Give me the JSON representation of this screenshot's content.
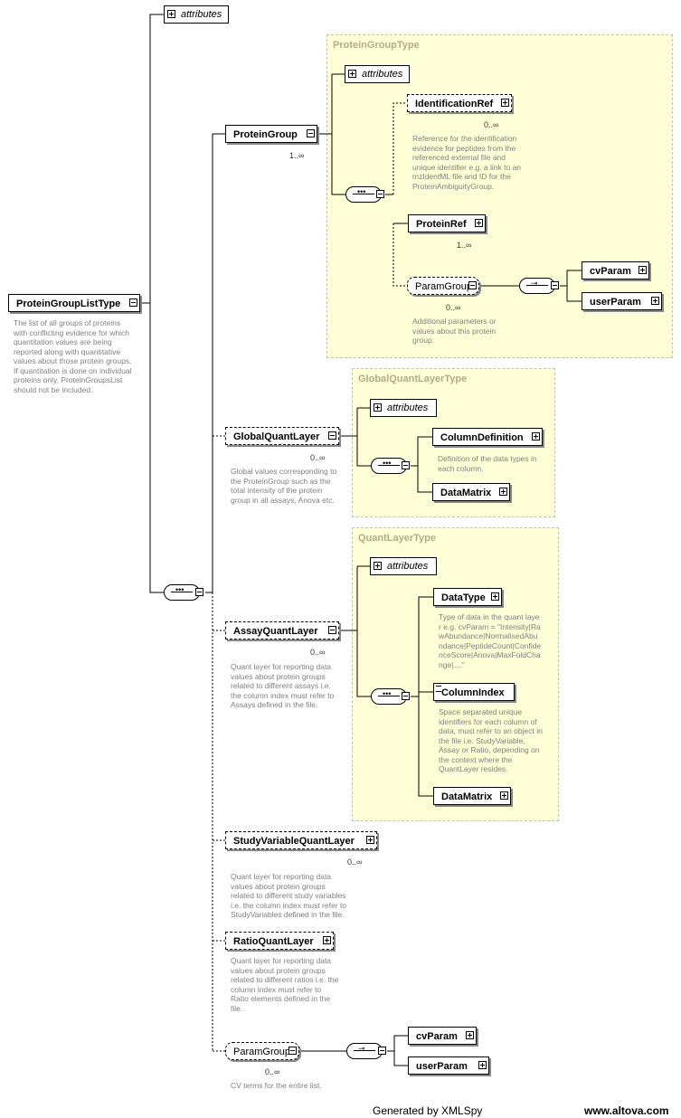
{
  "root": {
    "name": "ProteinGroupListType",
    "doc": "The list of all groups of proteins with conflicting evidence for which quantitation values are being reported along with quantitative values about those protein groups. If quantitation is done on individual proteins only, ProteinGroupsList should not be included."
  },
  "attributes_label": "attributes",
  "protein_group": {
    "name": "ProteinGroup",
    "card": "1..∞",
    "type_title": "ProteinGroupType",
    "identification_ref": {
      "name": "IdentificationRef",
      "card": "0..∞",
      "doc": "Reference for the identification evidence for peptides from the referenced external file and unique identifier e.g. a link to an mzIdentML file and ID for the ProteinAmbiguityGroup."
    },
    "protein_ref": {
      "name": "ProteinRef",
      "card": "1..∞"
    },
    "param_group": {
      "name": "ParamGroup",
      "card": "0..∞",
      "doc": "Additional parameters or values about this protein group."
    },
    "cv_param": "cvParam",
    "user_param": "userParam"
  },
  "global_quant_layer": {
    "name": "GlobalQuantLayer",
    "card": "0..∞",
    "type_title": "GlobalQuantLayerType",
    "doc": "Global values corresponding to the ProteinGroup such as the total intensity of the protein group in all assays, Anova etc.",
    "column_definition": "ColumnDefinition",
    "column_definition_doc": "Definition of the data types in each column.",
    "data_matrix": "DataMatrix"
  },
  "assay_quant_layer": {
    "name": "AssayQuantLayer",
    "card": "0..∞",
    "type_title": "QuantLayerType",
    "doc": "Quant layer for reporting data values about protein groups related to different assays i.e. the column index must refer to Assays defined in the file.",
    "data_type": "DataType",
    "data_type_doc": "Type of data in the quant layer e.g. cvParam = \"Intensity|RawAbundance|NormalisedAbundance|PeptideCount|ConfidenceScore|Anova|MaxFoldChange|....\"",
    "column_index": "ColumnIndex",
    "column_index_doc": "Space separated unique identifiers for each column of data, must refer to an object in the file i.e. StudyVariable, Assay or Ratio, depending on the context where the QuantLayer resides.",
    "data_matrix": "DataMatrix"
  },
  "study_variable_quant_layer": {
    "name": "StudyVariableQuantLayer",
    "card": "0..∞",
    "doc": "Quant layer for reporting data values about protein groups related to different study variables i.e. the column index must refer to StudyVariables defined in the file."
  },
  "ratio_quant_layer": {
    "name": "RatioQuantLayer",
    "doc": "Quant layer for reporting data values about protein groups related to different ratios i.e. the column index must refer to Ratio elements defined in the file."
  },
  "param_group": {
    "name": "ParamGroup",
    "card": "0..∞",
    "doc": "CV terms for the entire list.",
    "cv_param": "cvParam",
    "user_param": "userParam"
  },
  "footer": {
    "generated": "Generated by XMLSpy",
    "site": "www.altova.com"
  }
}
